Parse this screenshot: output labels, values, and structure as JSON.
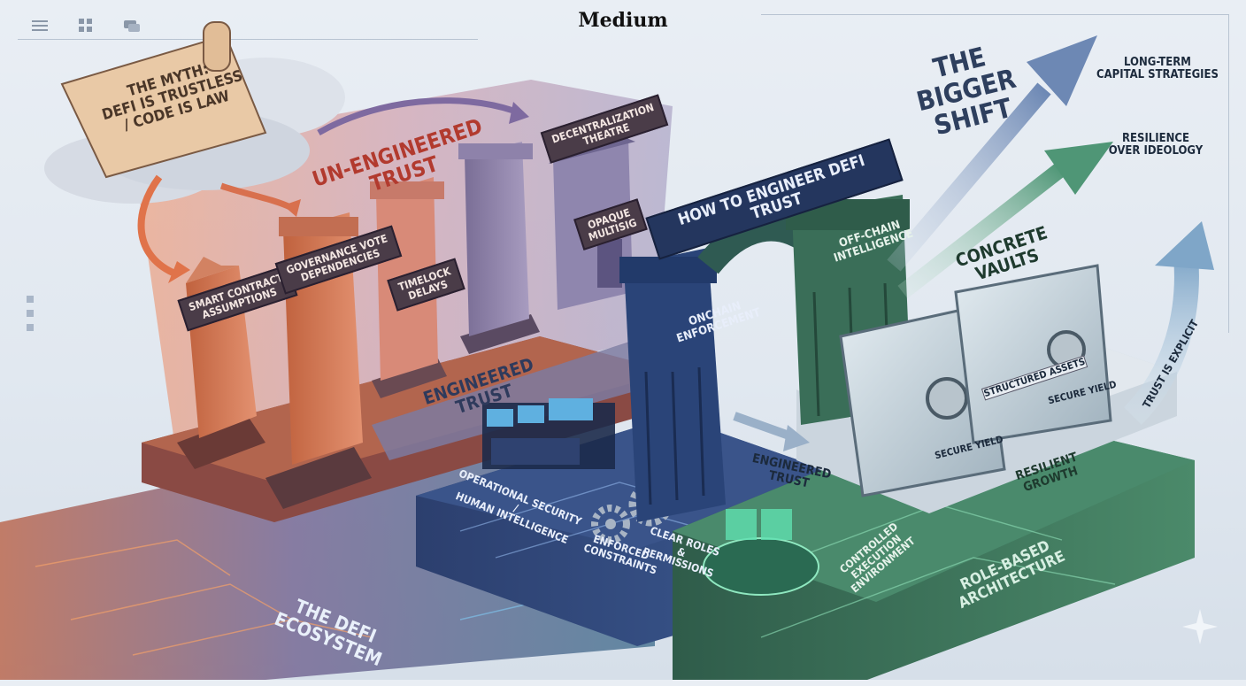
{
  "header": {
    "brand": "Medium",
    "icons": [
      "menu-icon",
      "grid-icon",
      "chat-icon"
    ]
  },
  "myth": {
    "scroll_text": "THE MYTH:\nDEFI IS TRUSTLESS\n/ CODE IS LAW"
  },
  "unengineered": {
    "heading": "UN-ENGINEERED TRUST",
    "pillars": [
      "SMART CONTRACT\nASSUMPTIONS",
      "GOVERNANCE VOTE\nDEPENDENCIES",
      "TIMELOCK\nDELAYS",
      "DECENTRALIZATION\nTHEATRE",
      "OPAQUE\nMULTISIG"
    ]
  },
  "engineered": {
    "wall_label": "ENGINEERED TRUST",
    "banner": "HOW TO ENGINEER DEFI TRUST",
    "onchain": "ONCHAIN\nENFORCEMENT",
    "offchain": "OFF-CHAIN\nINTELLIGENCE",
    "floor_label": "ENGINEERED TRUST",
    "opsec": "OPERATIONAL SECURITY /\nHUMAN INTELLIGENCE",
    "constraints": "ENFORCED\nCONSTRAINTS",
    "roles": "CLEAR ROLES\n& PERMISSIONS",
    "controlled": "CONTROLLED\nEXECUTION\nENVIRONMENT",
    "role_arch": "ROLE-BASED ARCHITECTURE"
  },
  "vaults": {
    "heading": "CONCRETE VAULTS",
    "structured": "STRUCTURED ASSETS",
    "yield_left": "SECURE YIELD",
    "yield_right": "SECURE YIELD",
    "resilient": "RESILIENT GROWTH",
    "trust_explicit": "TRUST IS EXPLICIT"
  },
  "shift": {
    "heading": "THE BIGGER\nSHIFT",
    "long_term": "LONG-TERM\nCAPITAL STRATEGIES",
    "resilience": "RESILIENCE\nOVER IDEOLOGY"
  },
  "ecosystem": {
    "label": "THE DEFI ECOSYSTEM"
  },
  "colors": {
    "warm": "#e0734a",
    "blue": "#2c4a86",
    "green": "#3d7a5c",
    "ink": "#1e2a3c"
  }
}
